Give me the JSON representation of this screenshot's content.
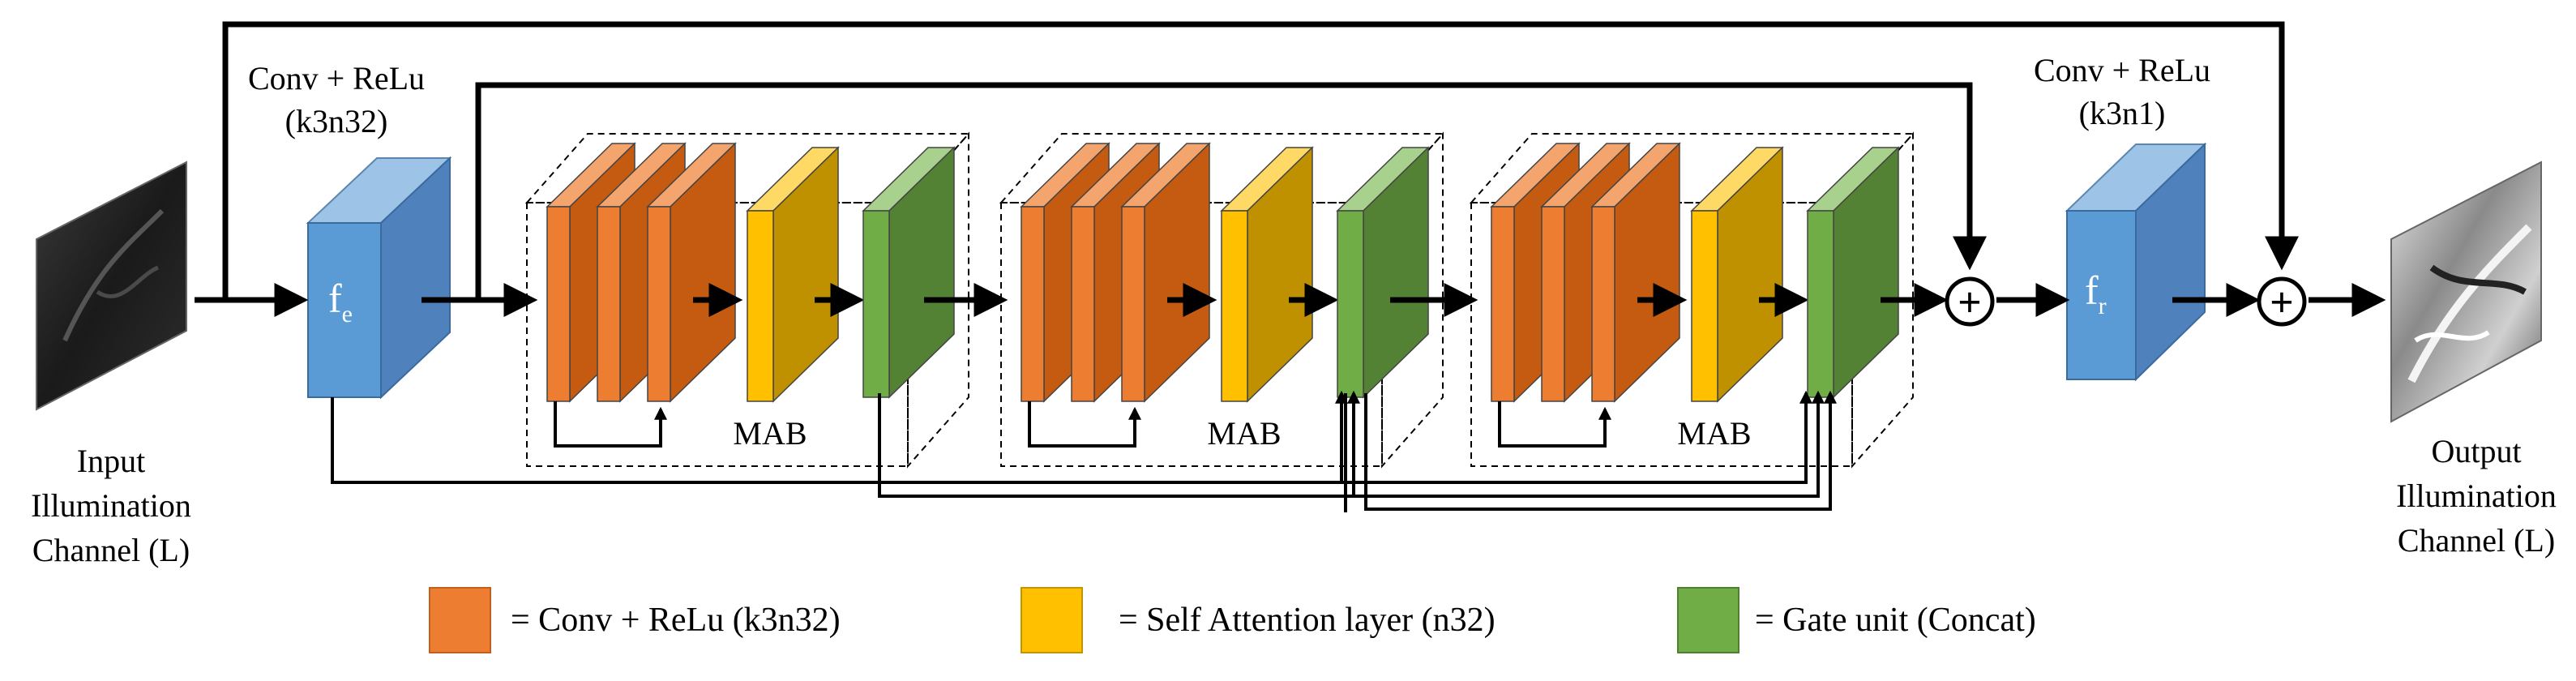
{
  "input": {
    "label_lines": [
      "Input",
      "Illumination",
      "Channel (L)"
    ]
  },
  "output": {
    "label_lines": [
      "Output",
      "Illumination",
      "Channel (L)"
    ]
  },
  "conv_head": {
    "title_line1": "Conv + ReLu",
    "title_line2": "(k3n32)",
    "symbol": "f",
    "subscript": "e",
    "color": "#5b9bd5"
  },
  "conv_tail": {
    "title_line1": "Conv + ReLu",
    "title_line2": "(k3n1)",
    "symbol": "f",
    "subscript": "r",
    "color": "#5b9bd5"
  },
  "mab_blocks": [
    {
      "label": "MAB"
    },
    {
      "label": "MAB"
    },
    {
      "label": "MAB"
    }
  ],
  "colors": {
    "conv": "#ed7d31",
    "attention": "#ffc000",
    "gate": "#70ad47"
  },
  "legend": [
    {
      "text": "=  Conv + ReLu (k3n32)",
      "color": "#ed7d31"
    },
    {
      "text": "=  Self Attention  layer (n32)",
      "color": "#ffc000"
    },
    {
      "text": "=  Gate unit (Concat)",
      "color": "#70ad47"
    }
  ],
  "sum_symbol": "+"
}
